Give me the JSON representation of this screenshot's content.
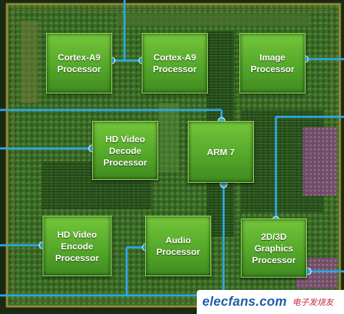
{
  "blocks": {
    "cortex_a9_1": "Cortex-A9\nProcessor",
    "cortex_a9_2": "Cortex-A9\nProcessor",
    "image": "Image\nProcessor",
    "hd_decode": "HD Video\nDecode\nProcessor",
    "arm7": "ARM 7",
    "hd_encode": "HD Video\nEncode\nProcessor",
    "audio": "Audio\nProcessor",
    "graphics": "2D/3D\nGraphics\nProcessor"
  },
  "watermark": {
    "site": "elecfans.com",
    "cn": "电子发烧友"
  },
  "colors": {
    "block_green": "#5fb12e",
    "connector_blue": "#2fa9e6",
    "die_background": "#2a4a1a"
  }
}
